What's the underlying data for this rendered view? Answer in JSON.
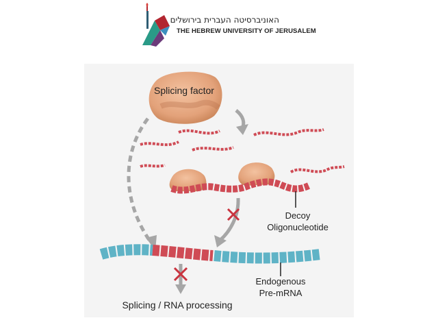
{
  "header": {
    "university_hebrew": "האוניברסיטה העברית בירושלים",
    "university_english": "THE HEBREW UNIVERSITY OF JERUSALEM"
  },
  "diagram": {
    "splicing_factor_label": "Splicing factor",
    "decoy_label_line1": "Decoy",
    "decoy_label_line2": "Oligonucleotide",
    "pre_mrna_label_line1": "Endogenous",
    "pre_mrna_label_line2": "Pre-mRNA",
    "outcome_label": "Splicing / RNA processing"
  },
  "colors": {
    "rna_blue": "#5fb3c6",
    "rna_red": "#cf4b55",
    "protein": "#e3a27a",
    "arrow": "#a6a6a6",
    "block_x": "#c9343f",
    "panel_bg": "#f4f4f4"
  }
}
